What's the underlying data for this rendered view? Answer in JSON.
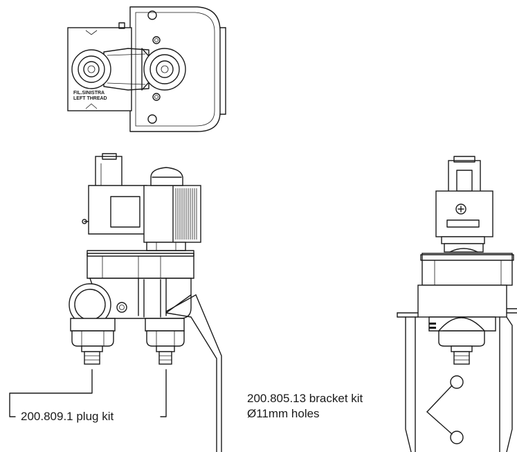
{
  "engraving": {
    "line1": "FIL.SINISTRA",
    "line2": "LEFT THREAD"
  },
  "callouts": {
    "plug_kit": "200.809.1 plug kit",
    "bracket_kit": "200.805.13 bracket kit",
    "bracket_holes": "Ø11mm holes"
  }
}
